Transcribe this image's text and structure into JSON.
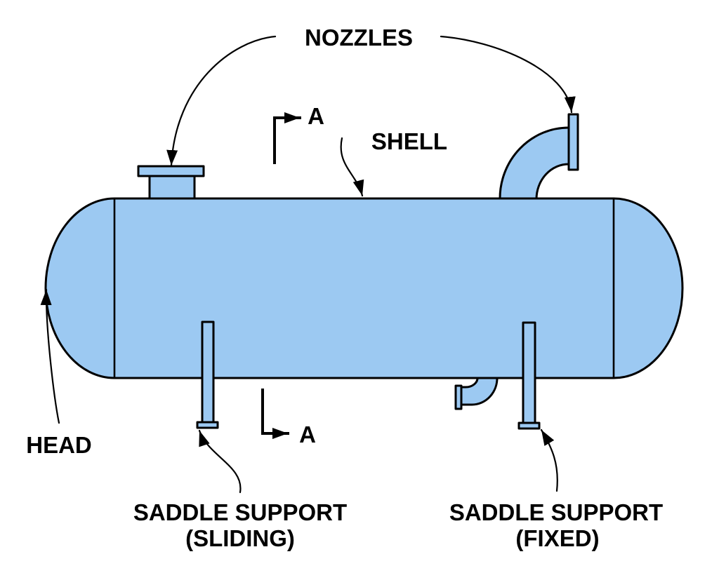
{
  "diagram": {
    "type": "horizontal-pressure-vessel-schematic",
    "colors": {
      "component_fill": "#9CC9F2",
      "line": "#000000",
      "background": "#FFFFFF"
    },
    "labels": {
      "nozzles": "NOZZLES",
      "shell": "SHELL",
      "head": "HEAD",
      "saddle_sliding": {
        "line1": "SADDLE SUPPORT",
        "line2": "(SLIDING)"
      },
      "saddle_fixed": {
        "line1": "SADDLE SUPPORT",
        "line2": "(FIXED)"
      },
      "section_marker_top": "A",
      "section_marker_bottom": "A"
    },
    "components": [
      "shell",
      "left head",
      "right head",
      "top flanged nozzle",
      "top-right elbow nozzle",
      "bottom elbow nozzle",
      "sliding saddle support",
      "fixed saddle support"
    ]
  }
}
